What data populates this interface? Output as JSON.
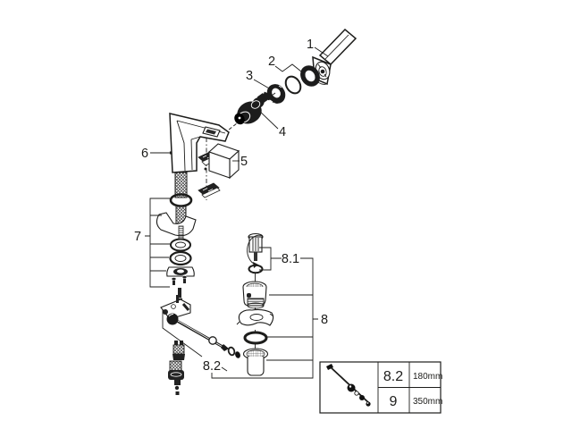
{
  "colors": {
    "background": "#ffffff",
    "line": "#1d1d1b"
  },
  "callouts": {
    "c1": "1",
    "c2": "2",
    "c3": "3",
    "c4": "4",
    "c5": "5",
    "c6": "6",
    "c7": "7",
    "c8": "8",
    "c8_1": "8.1",
    "c8_2": "8.2"
  },
  "size_table": {
    "rows": [
      {
        "part": "8.2",
        "length": "180mm"
      },
      {
        "part": "9",
        "length": "350mm"
      }
    ]
  }
}
